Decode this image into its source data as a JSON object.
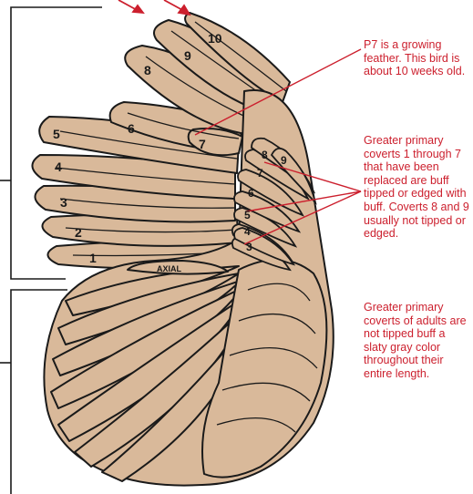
{
  "primary_numbers": [
    "1",
    "2",
    "3",
    "4",
    "5",
    "6",
    "7",
    "8",
    "9",
    "10"
  ],
  "covert_numbers": [
    "3",
    "4",
    "5",
    "6",
    "7",
    "8",
    "9"
  ],
  "axial_label": "AXIAL",
  "annotations": {
    "p7": "P7 is a growing feather. This bird is about 10 weeks old.",
    "coverts": "Greater primary coverts 1 through 7 that have been replaced are buff tipped or edged with buff. Coverts 8 and 9 usually not tipped or edged.",
    "adults": "Greater primary coverts of adults are not tipped buff a slaty gray color throughout their entire length."
  },
  "colors": {
    "feather": "#d9b99a",
    "outline": "#1a1a1a",
    "annotation": "#cc1f2d",
    "bracket": "#1a1a1a"
  }
}
